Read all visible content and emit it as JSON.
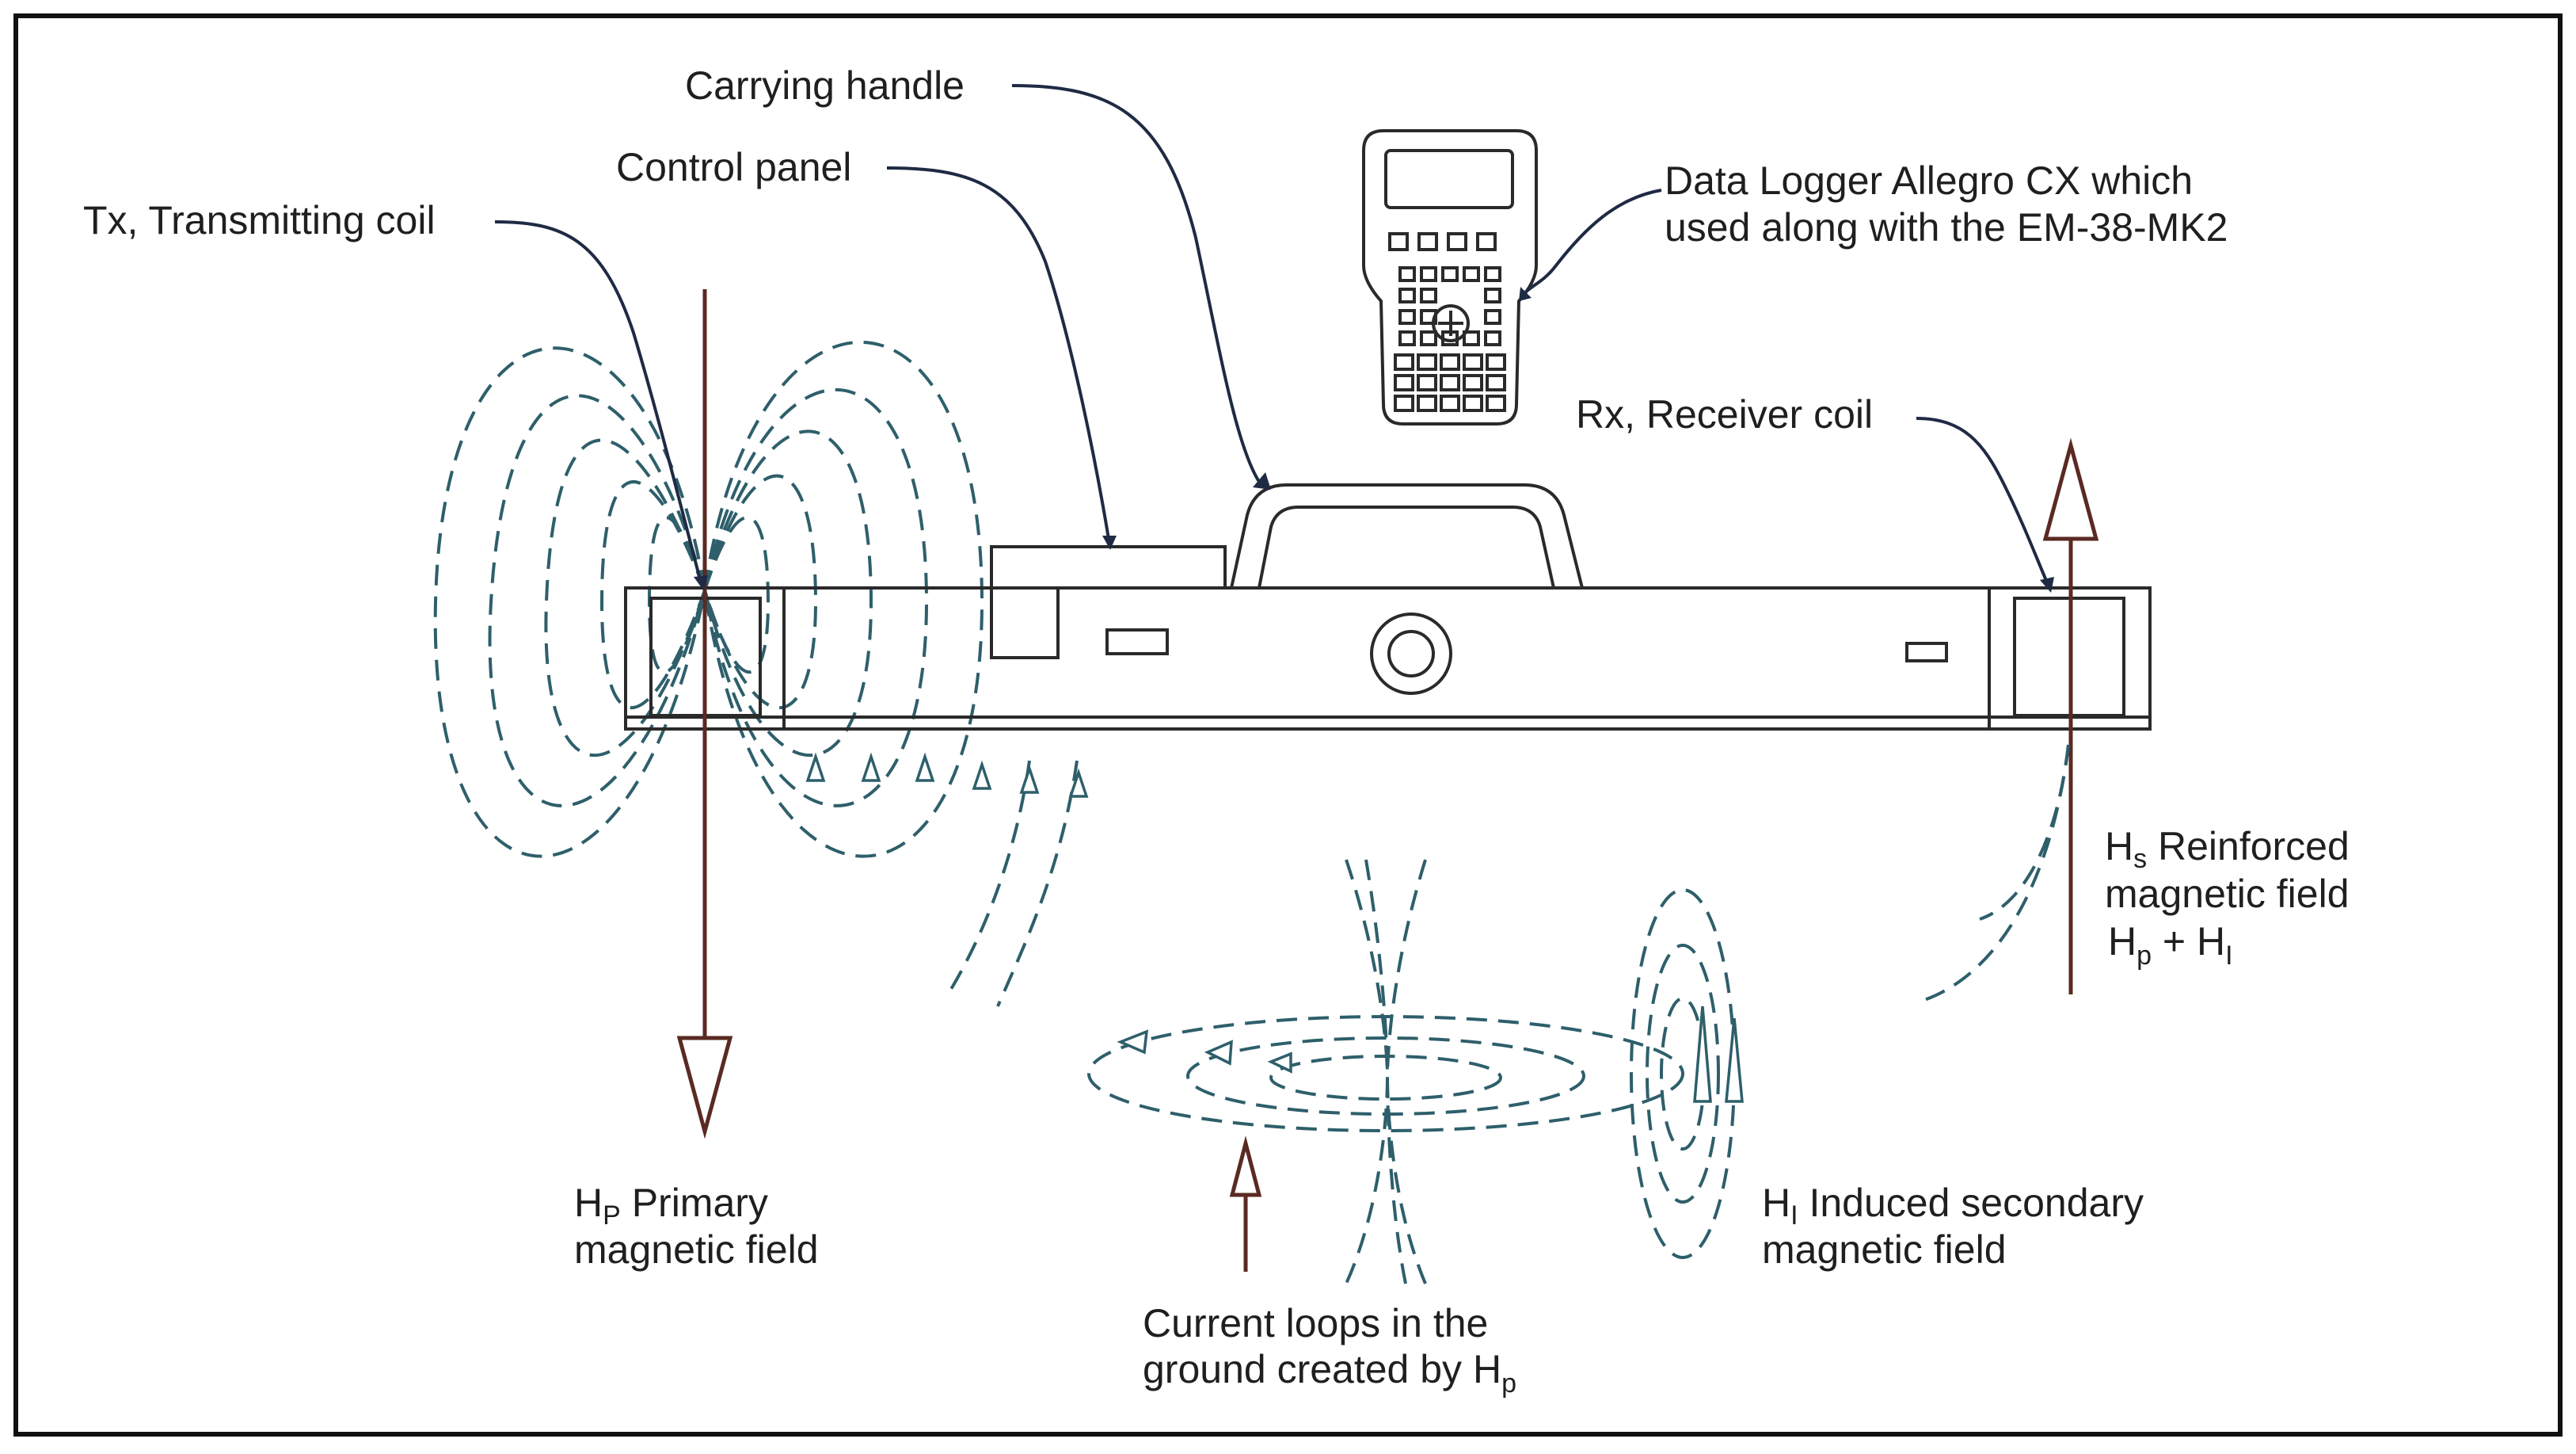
{
  "labels": {
    "carrying_handle": "Carrying handle",
    "control_panel": "Control panel",
    "tx_coil": "Tx, Transmitting coil",
    "data_logger_line1": "Data Logger Allegro CX which",
    "data_logger_line2": "used along with the EM-38-MK2",
    "rx_coil": "Rx, Receiver coil",
    "hs_main": "H",
    "hs_sub": "s",
    "hs_rest": " Reinforced",
    "hs_line2": "magnetic field",
    "hs_line3_a": "H",
    "hs_line3_a_sub": "p",
    "hs_line3_b": " + H",
    "hs_line3_b_sub": "I",
    "hp_main": "H",
    "hp_sub": "P",
    "hp_rest": " Primary",
    "hp_line2": "magnetic field",
    "hi_main": "H",
    "hi_sub": "I",
    "hi_rest": " Induced secondary",
    "hi_line2": "magnetic field",
    "current_line1": "Current loops in the",
    "current_line2_a": "ground created by H",
    "current_line2_sub": "p"
  },
  "icons": [
    "data-logger-icon",
    "em38-instrument-icon",
    "transmitter-coil-icon",
    "receiver-coil-icon",
    "current-loop-icon"
  ],
  "colors": {
    "field_lines": "#2e5f6b",
    "arrows": "#5a2a22",
    "leaders": "#1f2a44",
    "outline": "#2a2a2a"
  }
}
